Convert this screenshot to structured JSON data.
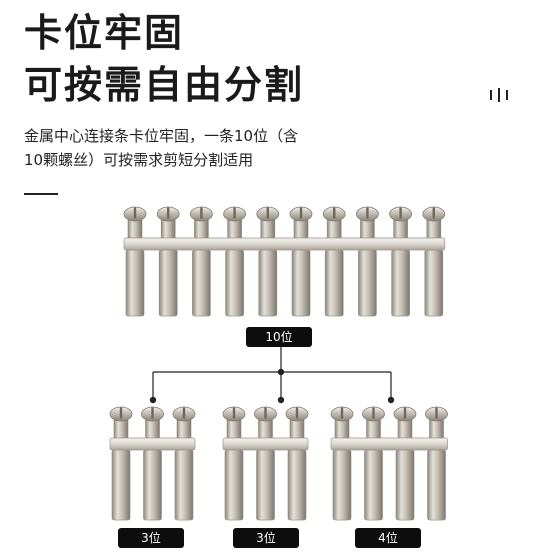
{
  "heading": {
    "line1": "卡位牢固",
    "line2": "可按需自由分割"
  },
  "description": {
    "line1": "金属中心连接条卡位牢固，一条10位（含",
    "line2": "10颗螺丝）可按需求剪短分割适用"
  },
  "groups": {
    "top": {
      "label": "10位",
      "count": 10
    },
    "left": {
      "label": "3位",
      "count": 3
    },
    "middle": {
      "label": "3位",
      "count": 3
    },
    "right": {
      "label": "4位",
      "count": 4
    }
  },
  "colors": {
    "text": "#1a1a1a",
    "badge": "#0d0d0d",
    "metal": "#c9c4bc"
  }
}
